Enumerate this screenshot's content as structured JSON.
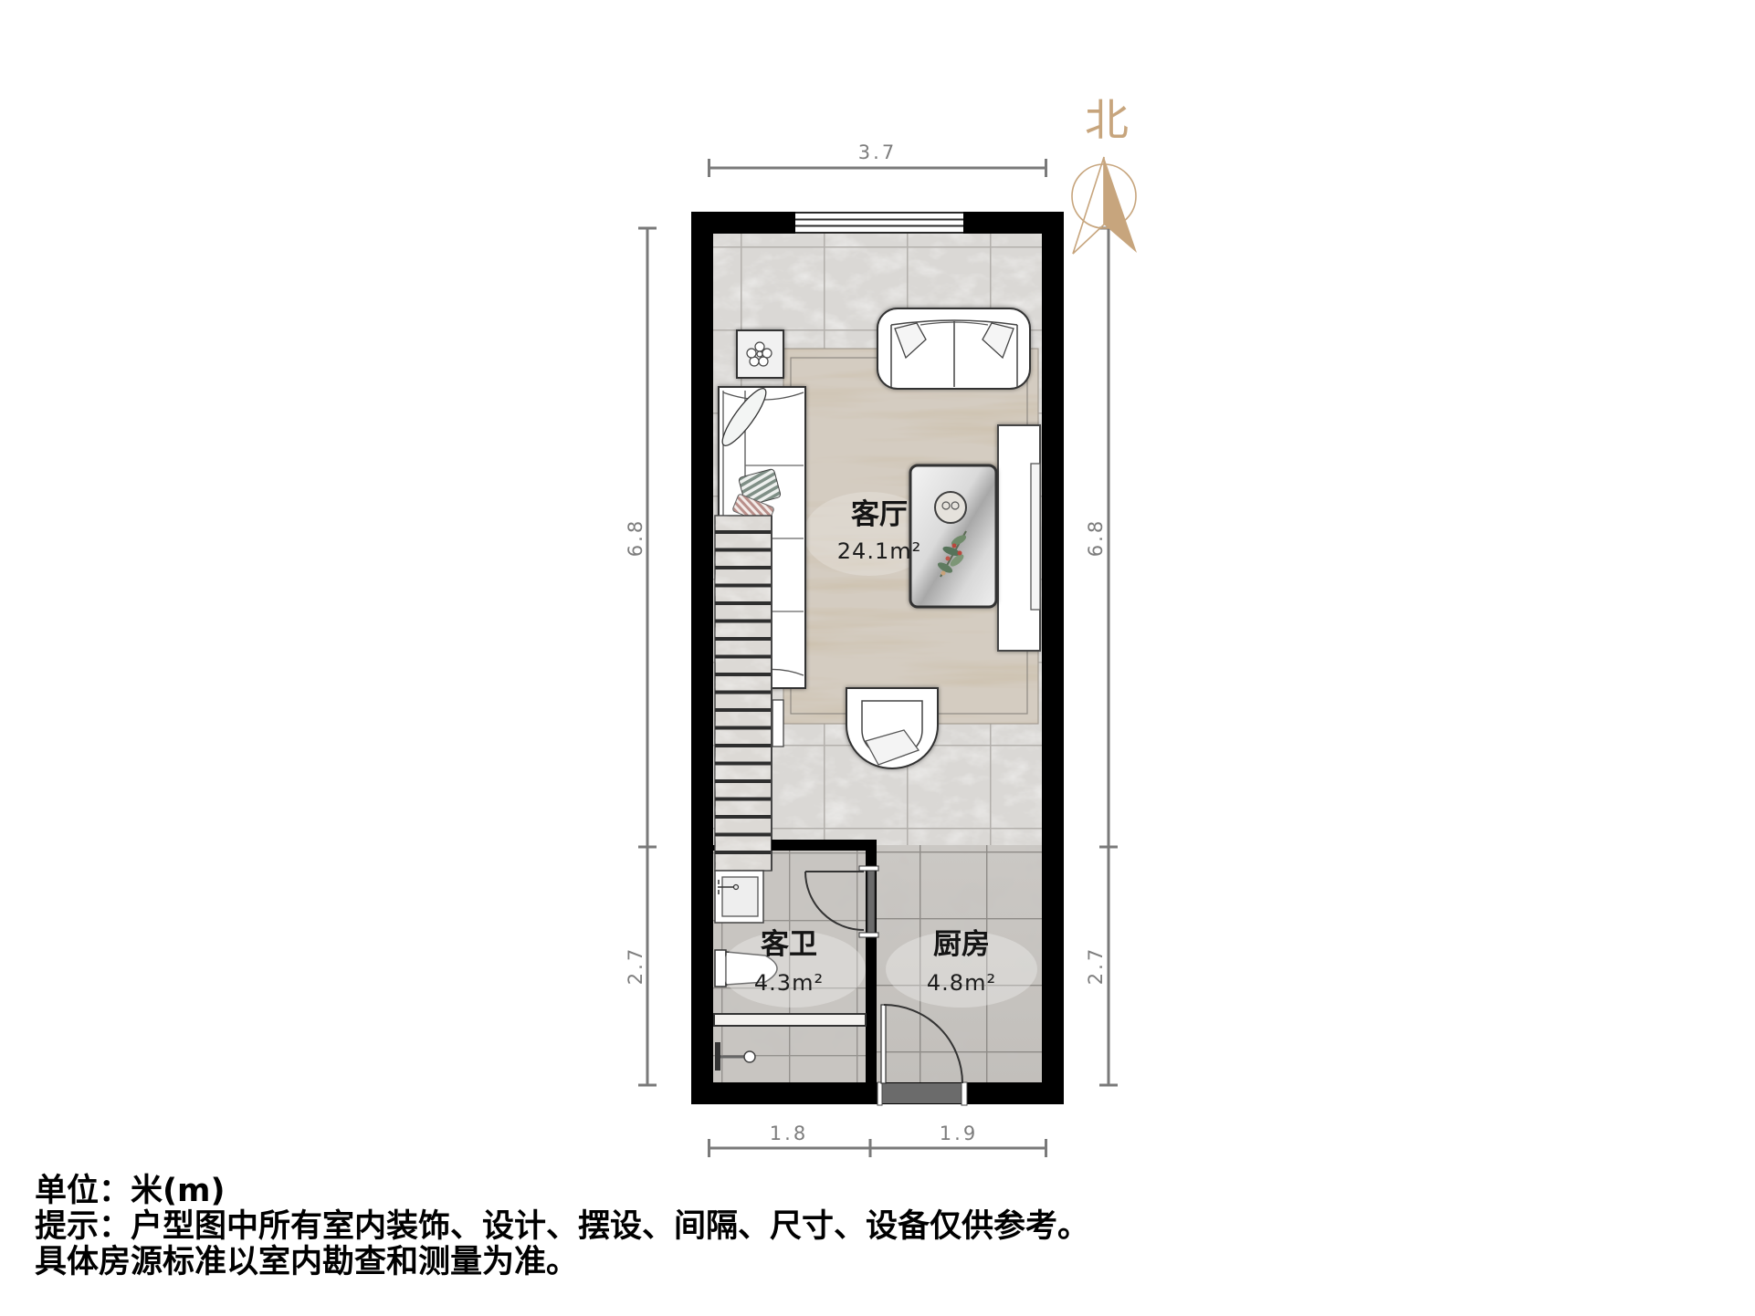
{
  "compass": {
    "north_label": "北"
  },
  "dimensions": {
    "top_total": "3.7",
    "left_upper": "6.8",
    "left_lower": "2.7",
    "right_upper": "6.8",
    "right_lower": "2.7",
    "bottom_left": "1.8",
    "bottom_right": "1.9"
  },
  "rooms": {
    "living_room": {
      "name": "客厅",
      "area": "24.1m²"
    },
    "guest_bathroom": {
      "name": "客卫",
      "area": "4.3m²"
    },
    "kitchen": {
      "name": "厨房",
      "area": "4.8m²"
    }
  },
  "notes": {
    "unit": "单位：米(m)",
    "disclaimer": "提示：户型图中所有室内装饰、设计、摆设、间隔、尺寸、设备仅供参考。",
    "standard": "具体房源标准以室内勘查和测量为准。"
  },
  "fixtures": [
    "window",
    "loveseat-sofa",
    "side-table",
    "sofa",
    "rug",
    "tv-cabinet",
    "coffee-table",
    "armchair",
    "staircase",
    "washbasin",
    "toilet",
    "shower",
    "bathroom-door",
    "kitchen-door"
  ],
  "colors": {
    "wall": "#000000",
    "compass": "#c7a57d",
    "dimension_line": "#7a7a7a",
    "living_floor": "#dad8d5",
    "wet_floor": "#c6c3bf",
    "rug": "#d4ccc1",
    "text": "#000000"
  }
}
